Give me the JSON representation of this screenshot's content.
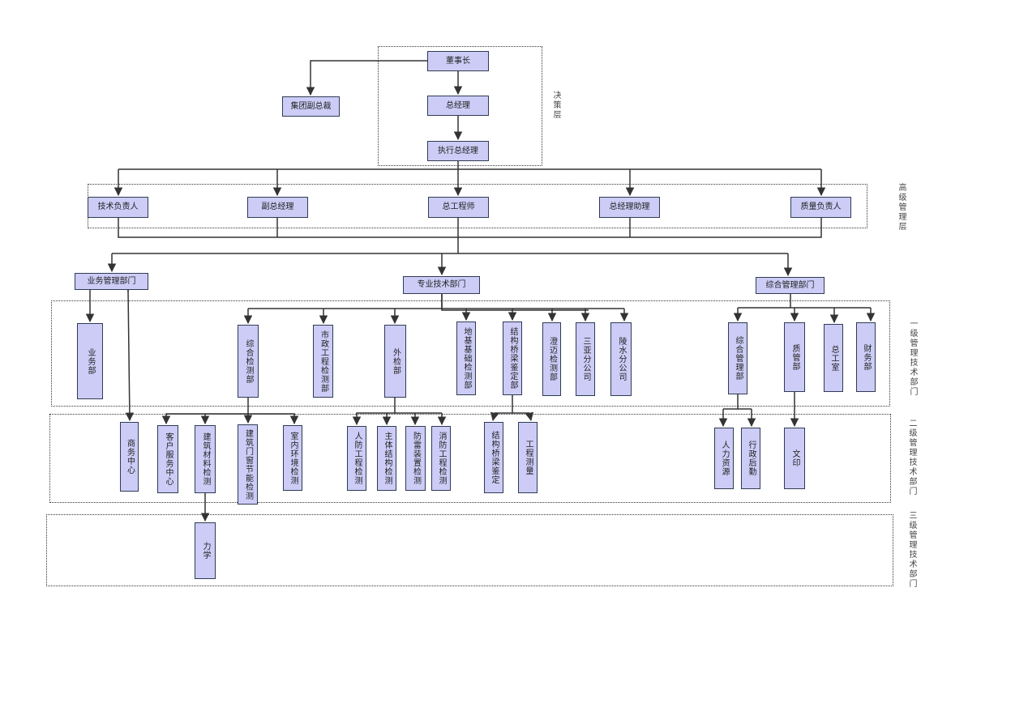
{
  "layers": [
    {
      "key": "decision",
      "label": "决策层"
    },
    {
      "key": "senior",
      "label": "高级管理层"
    },
    {
      "key": "level1",
      "label": "一级管理技术部门"
    },
    {
      "key": "level2",
      "label": "二级管理技术部门"
    },
    {
      "key": "level3",
      "label": "三级管理技术部门"
    }
  ],
  "nodes": {
    "chairman": "董事长",
    "group_vp": "集团副总裁",
    "gm": "总经理",
    "exec_gm": "执行总经理",
    "tech_lead": "技术负责人",
    "deputy_gm": "副总经理",
    "chief_engineer": "总工程师",
    "gm_assistant": "总经理助理",
    "quality_lead": "质量负责人",
    "biz_mgmt": "业务管理部门",
    "pro_tech": "专业技术部门",
    "general_mgmt": "综合管理部门",
    "biz_dept": "业务部",
    "comp_test": "综合检测部",
    "municipal": "市政工程检测部",
    "external_test": "外检部",
    "foundation": "地基基础检测部",
    "bridge_dept": "结构桥梁鉴定部",
    "chengmai": "澄迈检测部",
    "sanya": "三亚分公司",
    "lingshui": "陵水分公司",
    "comp_admin": "综合管理部",
    "quality_dept": "质管部",
    "chief_office": "总工室",
    "finance": "财务部",
    "biz_center": "商务中心",
    "customer_service": "客户服务中心",
    "materials": "建筑材料检测",
    "door_window": "建筑门窗节能检测",
    "indoor_env": "室内环境检测",
    "civil_defense": "人防工程检测",
    "main_structure": "主体结构检测",
    "lightning": "防雷装置检测",
    "fire_protection": "消防工程检测",
    "bridge_eval": "结构桥梁鉴定",
    "surveying": "工程测量",
    "hr": "人力资源",
    "logistics": "行政后勤",
    "printing": "文印",
    "mechanics": "力学"
  }
}
